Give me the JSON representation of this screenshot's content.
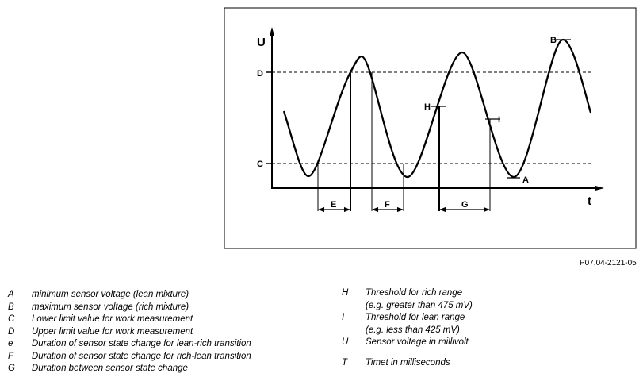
{
  "diagram": {
    "axis_y_label": "U",
    "axis_x_label": "t",
    "level_upper": "D",
    "level_lower": "C",
    "point_min": "A",
    "point_max": "B",
    "marker_rich": "H",
    "marker_lean": "I",
    "interval_e": "E",
    "interval_f": "F",
    "interval_g": "G"
  },
  "figure_ref": "P07.04-2121-05",
  "legend_left": [
    {
      "key": "A",
      "text": "minimum sensor voltage (lean mixture)"
    },
    {
      "key": "B",
      "text": "maximum sensor voltage (rich mixture)"
    },
    {
      "key": "C",
      "text": "Lower limit value for work measurement"
    },
    {
      "key": "D",
      "text": "Upper limit value for work measurement"
    },
    {
      "key": "e",
      "text": "Duration of sensor state change for lean-rich transition"
    },
    {
      "key": "F",
      "text": "Duration of sensor state change for rich-lean transition"
    },
    {
      "key": "G",
      "text": "Duration between sensor state change"
    }
  ],
  "legend_right": {
    "h": {
      "key": "H",
      "line1": "Threshold for rich range",
      "line2": "(e.g. greater than 475 mV)"
    },
    "i": {
      "key": "I",
      "line1": "Threshold for lean range",
      "line2": "(e.g. less than 425 mV)"
    },
    "u": {
      "key": "U",
      "text": "Sensor voltage in millivolt"
    },
    "t": {
      "key": "T",
      "text": "Timet in milliseconds"
    }
  },
  "colors": {
    "ink": "#000000",
    "background": "#ffffff"
  }
}
